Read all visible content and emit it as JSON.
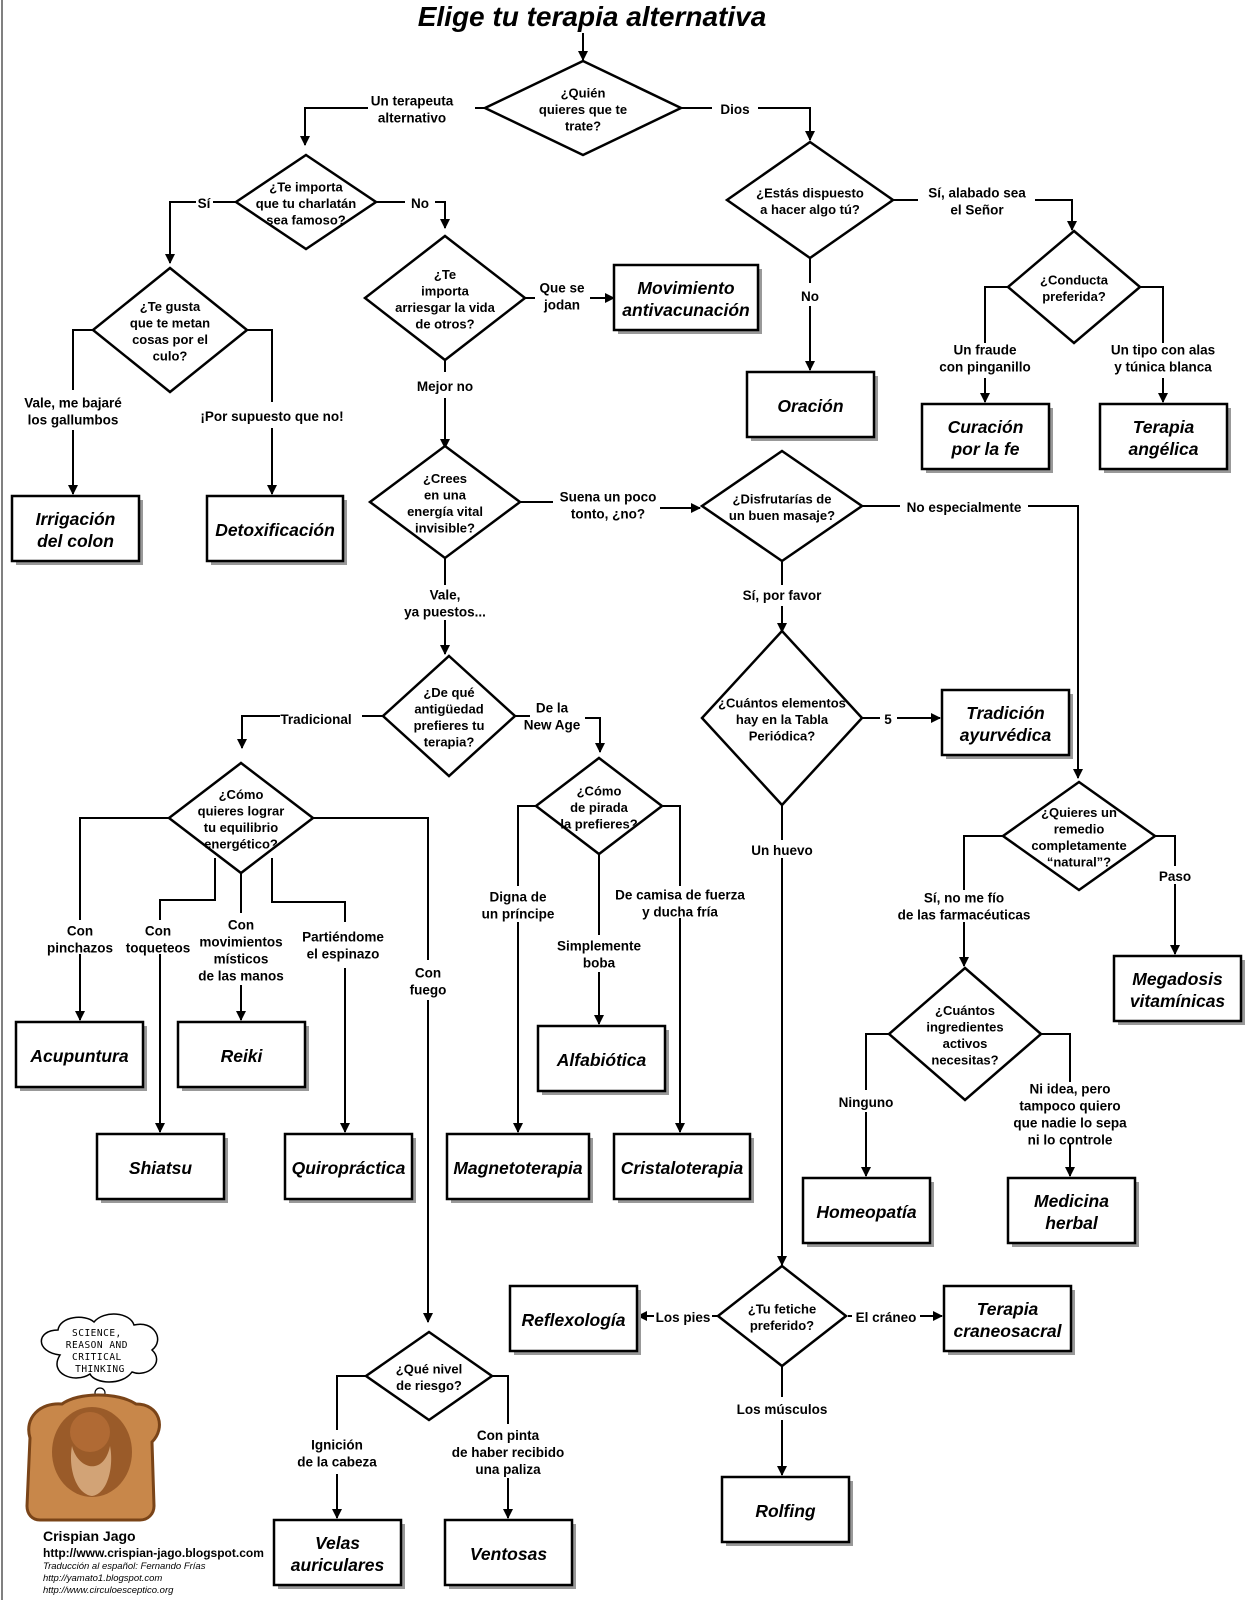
{
  "title": "Elige tu terapia alternativa",
  "questions": {
    "q_quien": "¿Quién quieres que te trate?",
    "q_famoso": "¿Te importa que tu charlatán sea famoso?",
    "q_dispuesto": "¿Estás dispuesto a hacer algo tú?",
    "q_culo": "¿Te gusta que te metan cosas por el culo?",
    "q_arriesgar": "¿Te importa arriesgar la vida de otros?",
    "q_conducta": "¿Conducta preferida?",
    "q_energia": "¿Crees en una energía vital invisible?",
    "q_masaje": "¿Disfrutarías de un buen masaje?",
    "q_antiguedad": "¿De qué antigüedad prefieres tu terapia?",
    "q_elementos": "¿Cuántos elementos hay en la Tabla Periódica?",
    "q_equilibrio": "¿Cómo quieres lograr tu equilibrio energético?",
    "q_pirada": "¿Cómo de pirada la prefieres?",
    "q_remedio": "¿Quieres un remedio completamente “natural”?",
    "q_ingredientes": "¿Cuántos ingredientes activos necesitas?",
    "q_fetiche": "¿Tu fetiche preferido?",
    "q_riesgo": "¿Qué nivel de riesgo?"
  },
  "therapies": {
    "antivacunacion": "Movimiento antivacunación",
    "oracion": "Oración",
    "curacion_fe": "Curación por la fe",
    "angelica": "Terapia angélica",
    "irrigacion": "Irrigación del colon",
    "detox": "Detoxificación",
    "ayurvedica": "Tradición ayurvédica",
    "megadosis": "Megadosis vitamínicas",
    "acupuntura": "Acupuntura",
    "reiki": "Reiki",
    "alfabiotica": "Alfabiótica",
    "homeopatia": "Homeopatía",
    "medicina_herbal": "Medicina herbal",
    "shiatsu": "Shiatsu",
    "quiropractica": "Quiropráctica",
    "magnetoterapia": "Magnetoterapia",
    "cristaloterapia": "Cristaloterapia",
    "reflexologia": "Reflexología",
    "craneosacral": "Terapia craneosacral",
    "rolfing": "Rolfing",
    "velas": "Velas auriculares",
    "ventosas": "Ventosas"
  },
  "labels": {
    "terapeuta": "Un terapeuta alternativo",
    "dios": "Dios",
    "si": "Sí",
    "no": "No",
    "alabado": "Sí, alabado sea el Señor",
    "no2": "No",
    "que_se_jodan": "Que se jodan",
    "mejor_no": "Mejor no",
    "vale_bajare": "Vale, me bajaré los gallumbos",
    "por_supuesto": "¡Por supuesto que no!",
    "fraude": "Un fraude con pinganillo",
    "alas": "Un tipo con alas y túnica blanca",
    "suena_tonto": "Suena un poco tonto, ¿no?",
    "no_especialmente": "No especialmente",
    "vale_puestos": "Vale, ya puestos...",
    "si_por_favor": "Sí, por favor",
    "cinco": "5",
    "tradicional": "Tradicional",
    "new_age": "De la New Age",
    "un_huevo": "Un huevo",
    "si_farmaceuticas": "Sí, no me fío de las farmacéuticas",
    "paso": "Paso",
    "pinchazos": "Con pinchazos",
    "toqueteos": "Con toqueteos",
    "movimientos": "Con movimientos místicos de las manos",
    "espinazo": "Partiéndome el espinazo",
    "fuego": "Con fuego",
    "principe": "Digna de un príncipe",
    "boba": "Simplemente boba",
    "camisa": "De camisa de fuerza y ducha fría",
    "ninguno": "Ninguno",
    "ni_idea": "Ni idea, pero tampoco quiero que nadie lo sepa ni lo controle",
    "los_pies": "Los pies",
    "el_craneo": "El cráneo",
    "los_musculos": "Los músculos",
    "ignicion": "Ignición de la cabeza",
    "pinta": "Con pinta de haber recibido una paliza"
  },
  "bubble": "SCIENCE, REASON AND CRITICAL THINKING",
  "credits": {
    "author": "Crispian Jago",
    "url": "http://www.crispian-jago.blogspot.com",
    "translation": "Traducción al español: Fernando Frías",
    "url2": "http://yamato1.blogspot.com",
    "url3": "http://www.circuloesceptico.org"
  },
  "colors": {
    "ink": "#000000",
    "shadow": "#999999",
    "toast": "#c8874a",
    "toast_dark": "#7a4418"
  }
}
